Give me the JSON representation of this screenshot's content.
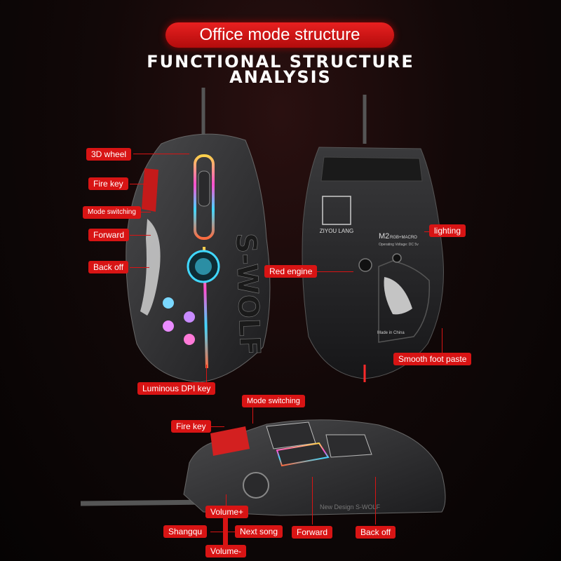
{
  "banner": "Office mode structure",
  "title_line1": "FUNCTIONAL STRUCTURE",
  "title_line2": "ANALYSIS",
  "top_view_labels": {
    "wheel": "3D wheel",
    "fire": "Fire key",
    "mode": "Mode switching",
    "forward": "Forward",
    "back": "Back off",
    "dpi": "Luminous DPI key"
  },
  "bottom_view_labels": {
    "lighting": "lighting",
    "engine": "Red engine",
    "foot": "Smooth foot paste"
  },
  "bottom_view_print": {
    "brand": "ZIYOU LANG",
    "model": "M2",
    "model_sub": "RGB+MACRO",
    "voltage": "Operating Voltage: DC 5v",
    "origin": "Made in China"
  },
  "mouse_logo": "S-WOLF",
  "side_view_labels": {
    "mode": "Mode switching",
    "fire": "Fire key",
    "volume_up": "Volume+",
    "shangqu": "Shangqu",
    "next": "Next song",
    "forward": "Forward",
    "back": "Back off",
    "volume_down": "Volume-"
  },
  "side_print": "New Design S-WOLF",
  "colors": {
    "accent": "#d81414"
  }
}
